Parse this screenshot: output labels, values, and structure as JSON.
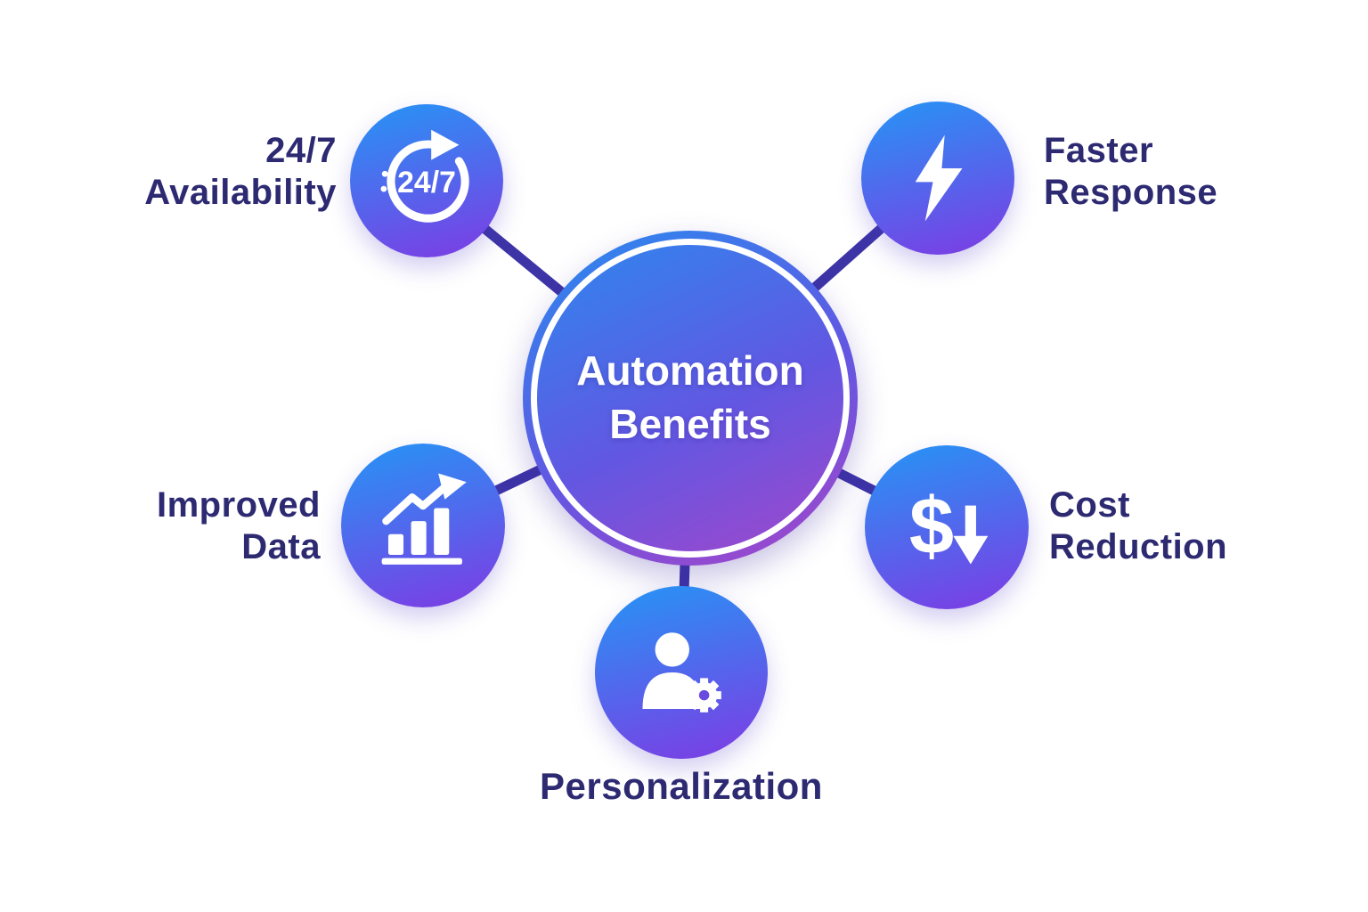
{
  "center": {
    "line1": "Automation",
    "line2": "Benefits"
  },
  "nodes": {
    "availability": {
      "line1": "24/7",
      "line2": "Availability",
      "icon": "clock-24-7-icon",
      "icon_text": "24/7"
    },
    "faster_response": {
      "line1": "Faster",
      "line2": "Response",
      "icon": "lightning-bolt-icon"
    },
    "improved_data": {
      "line1": "Improved",
      "line2": "Data",
      "icon": "bar-chart-growth-icon"
    },
    "cost_reduction": {
      "line1": "Cost",
      "line2": "Reduction",
      "icon": "dollar-decrease-icon",
      "icon_symbol": "$"
    },
    "personalization": {
      "label": "Personalization",
      "icon": "person-gear-icon"
    }
  },
  "colors": {
    "node_grad_start": "#2e8cf4",
    "node_grad_end": "#7a3fe4",
    "center_grad_start": "#2f86ee",
    "center_grad_mid": "#6257e2",
    "center_grad_end": "#a845c8",
    "connector": "#3d34a6",
    "label_text": "#2d2a72",
    "gear_hole": "#6a4bdf",
    "icon_color": "#ffffff"
  }
}
